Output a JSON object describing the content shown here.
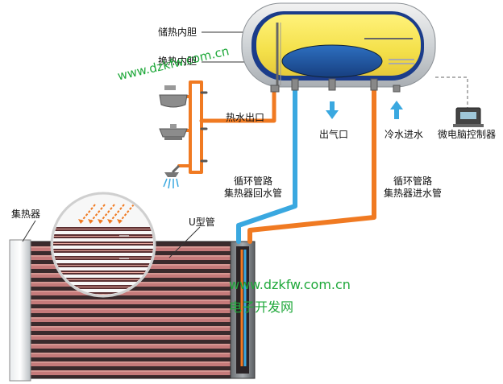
{
  "labels": {
    "storage_tank": "储热内胆",
    "heat_exchange_tank": "换热内胆",
    "hot_water_outlet": "热水出口",
    "air_outlet": "出气口",
    "cold_water_inlet": "冷水进水",
    "controller": "微电脑控制器",
    "return_pipe_line1": "循环管路",
    "return_pipe_line2": "集热器回水管",
    "inlet_pipe_line1": "循环管路",
    "inlet_pipe_line2": "集热器进水管",
    "collector": "集热器",
    "u_tube": "U型管"
  },
  "watermarks": {
    "url_top": "www.dzkfw.com.cn",
    "url_mid": "www.dzkfw.com.cn",
    "site_name": "电子开发网"
  },
  "colors": {
    "hot_pipe": "#f07a22",
    "cold_pipe": "#3aa8e0",
    "tank_fill": "#f4e24a",
    "inner_tank": "#1f5aa8",
    "watermark": "#1fa83a"
  }
}
